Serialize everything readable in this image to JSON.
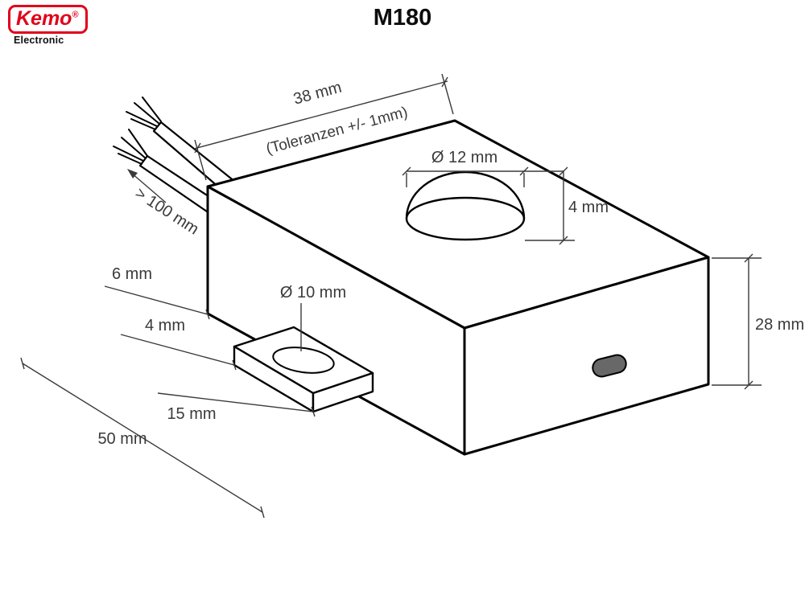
{
  "title": "M180",
  "logo": {
    "brand": "Kemo",
    "registered": "®",
    "subtitle": "Electronic"
  },
  "annotations": {
    "top_width": "38 mm",
    "tolerance": "(Toleranzen +/- 1mm)",
    "dome_diameter": "Ø 12 mm",
    "dome_height": "4 mm",
    "wire_length": "> 100 mm",
    "edge_offset": "6 mm",
    "tab_thickness": "4 mm",
    "hole_diameter": "Ø 10 mm",
    "tab_length": "15 mm",
    "overall_length": "50 mm",
    "box_height": "28 mm"
  },
  "colors": {
    "brand_red": "#e2001a",
    "outline": "#000000",
    "dim_text": "#3a3a3a",
    "knob_gray": "#686868"
  }
}
